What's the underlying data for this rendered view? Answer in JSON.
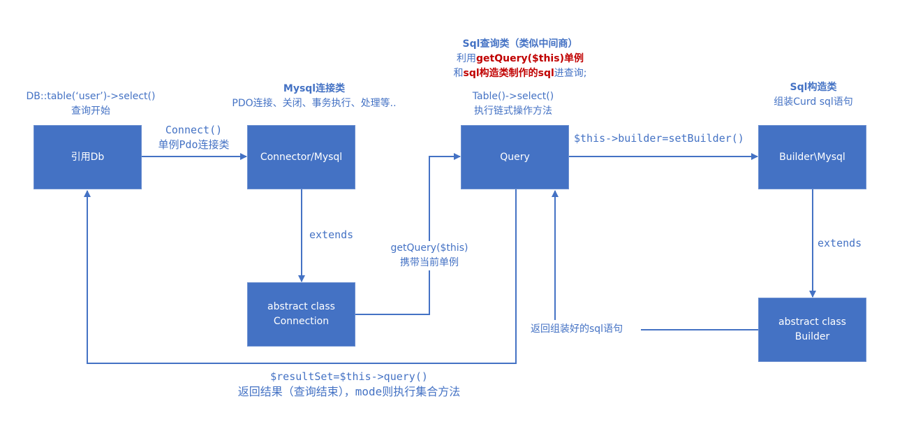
{
  "colors": {
    "box_fill": "#4472c4",
    "line": "#4472c4",
    "text": "#4472c4",
    "highlight": "#c00000",
    "box_text": "#ffffff"
  },
  "nodes": {
    "db": {
      "label": "引用Db",
      "caption_line1": "DB::table(‘user’)->select()",
      "caption_line2": "查询开始"
    },
    "connector": {
      "label": "Connector/Mysql",
      "caption_title": "Mysql连接类",
      "caption_line2": "PDO连接、关闭、事务执行、处理等.."
    },
    "connection": {
      "label_line1": "abstract class",
      "label_line2": "Connection"
    },
    "query": {
      "label": "Query",
      "caption_title": "Sql查询类（类似中间商）",
      "caption_line2_prefix": "利用",
      "caption_line2_highlight": "getQuery($this)单例",
      "caption_line3_prefix": "和",
      "caption_line3_highlight": "sql构造类制作的sql",
      "caption_line3_suffix": "进查询;",
      "caption_line4": "Table()->select()",
      "caption_line5": "执行链式操作方法"
    },
    "builder_mysql": {
      "label": "Builder\\Mysql",
      "caption_title": "Sql构造类",
      "caption_line2": "组装Curd sql语句"
    },
    "builder": {
      "label_line1": "abstract class",
      "label_line2": "Builder"
    }
  },
  "edges": {
    "db_to_connector": {
      "line1": "Connect()",
      "line2": "单例Pdo连接类"
    },
    "connector_extends": {
      "label": "extends"
    },
    "connection_to_query": {
      "line1": "getQuery($this)",
      "line2": "携带当前单例"
    },
    "query_to_builder": {
      "label": "$this->builder=setBuilder()"
    },
    "builder_extends": {
      "label": "extends"
    },
    "builder_return": {
      "label": "返回组装好的sql语句"
    },
    "query_to_db": {
      "line1": "$resultSet=$this->query()",
      "line2": "返回结果（查询结束），mode则执行集合方法"
    }
  }
}
